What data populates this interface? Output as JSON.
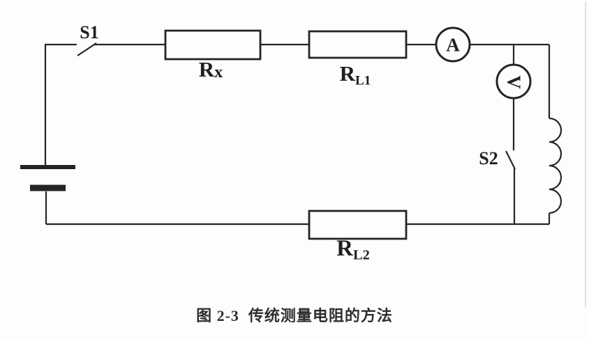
{
  "caption": "图 2-3  传统测量电阻的方法",
  "colors": {
    "line": "#242424",
    "background": "#fdfdfd",
    "caption_text": "#2e2e2e"
  },
  "components": {
    "s1": {
      "label": "S1"
    },
    "rx": {
      "main": "R",
      "sub": "x"
    },
    "rl1": {
      "main": "R",
      "sub": "L1"
    },
    "ammeter": {
      "label": "A"
    },
    "voltmeter": {
      "label": "V"
    },
    "s2": {
      "label": "S2"
    },
    "rl2": {
      "main": "R",
      "sub": "L2"
    }
  }
}
